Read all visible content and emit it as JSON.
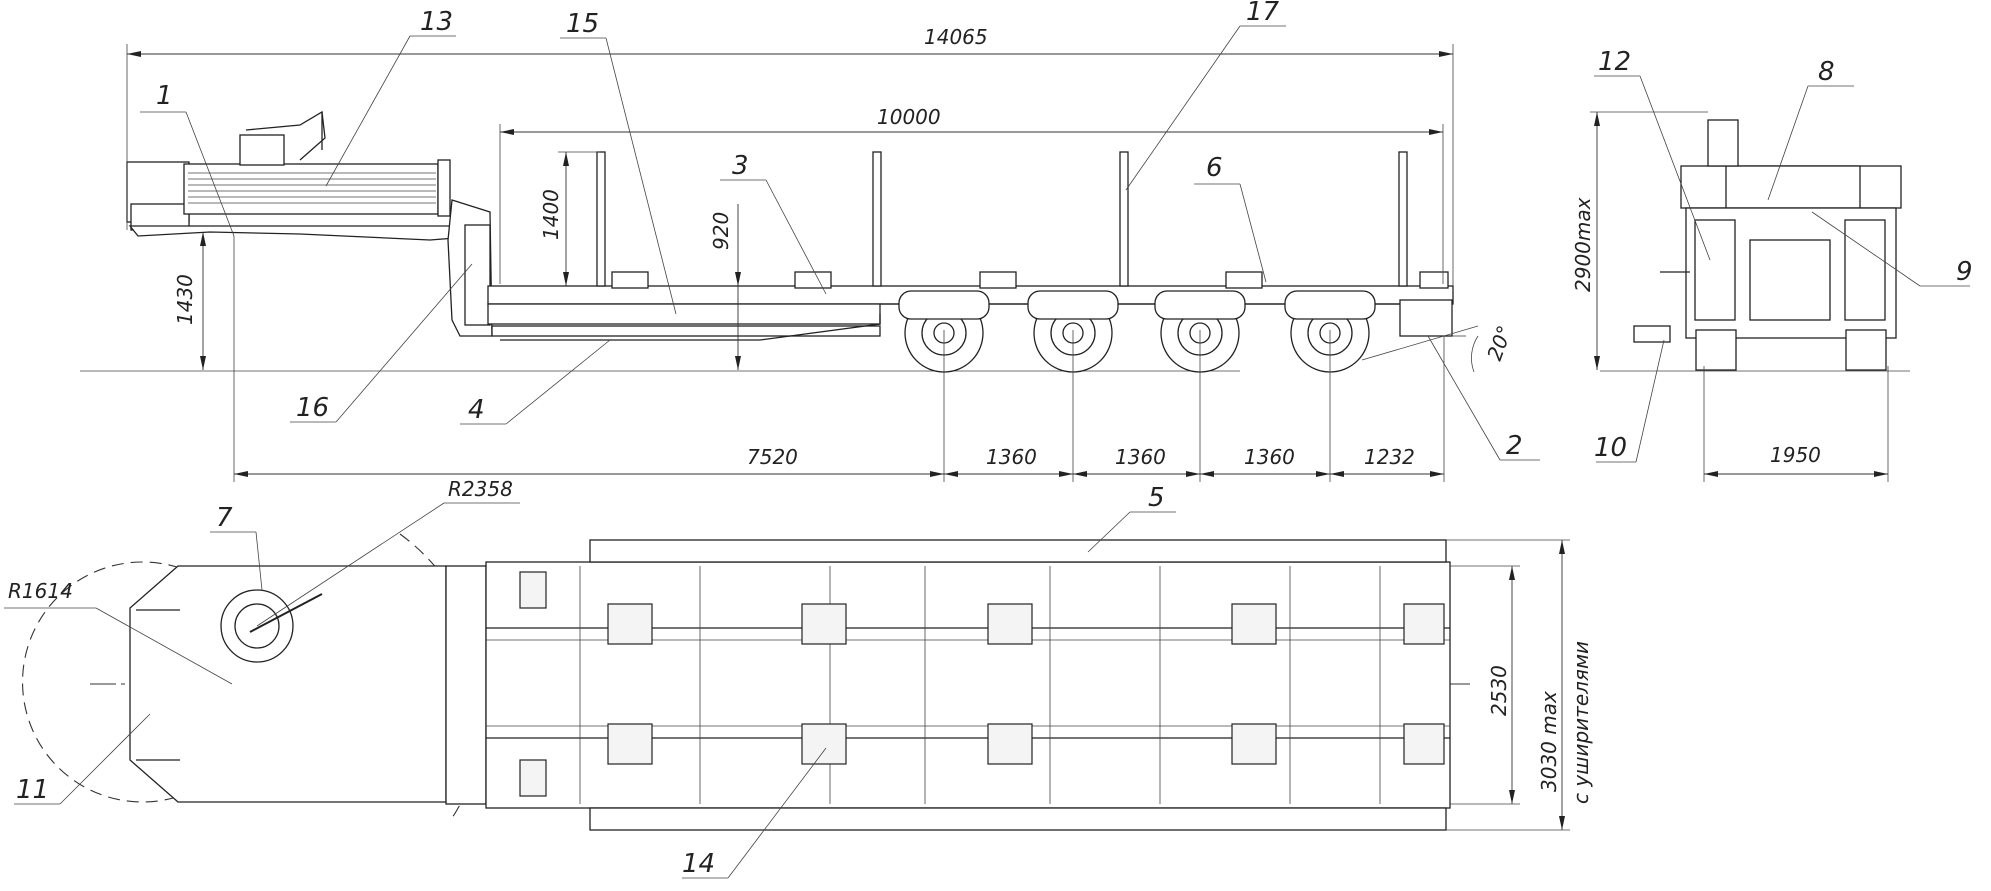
{
  "dimensions": {
    "overall_length": "14065",
    "deck_length": "10000",
    "stake_height": "1400",
    "deck_height": "920",
    "gooseneck_height": "1430",
    "kingpin_to_axle": "7520",
    "axle_spacing_1": "1360",
    "axle_spacing_2": "1360",
    "axle_spacing_3": "1360",
    "rear_overhang": "1232",
    "departure_angle": "20°",
    "max_height": "2900max",
    "track_width": "1950",
    "width": "2530",
    "max_width": "3030 max",
    "max_width_note": "с уширителями",
    "turning_radius_front": "R1614",
    "turning_radius_rear": "R2358"
  },
  "callouts": [
    "1",
    "2",
    "3",
    "4",
    "5",
    "6",
    "7",
    "8",
    "9",
    "10",
    "11",
    "12",
    "13",
    "14",
    "15",
    "16",
    "17"
  ],
  "colors": {
    "line": "#222222",
    "background": "#ffffff"
  }
}
